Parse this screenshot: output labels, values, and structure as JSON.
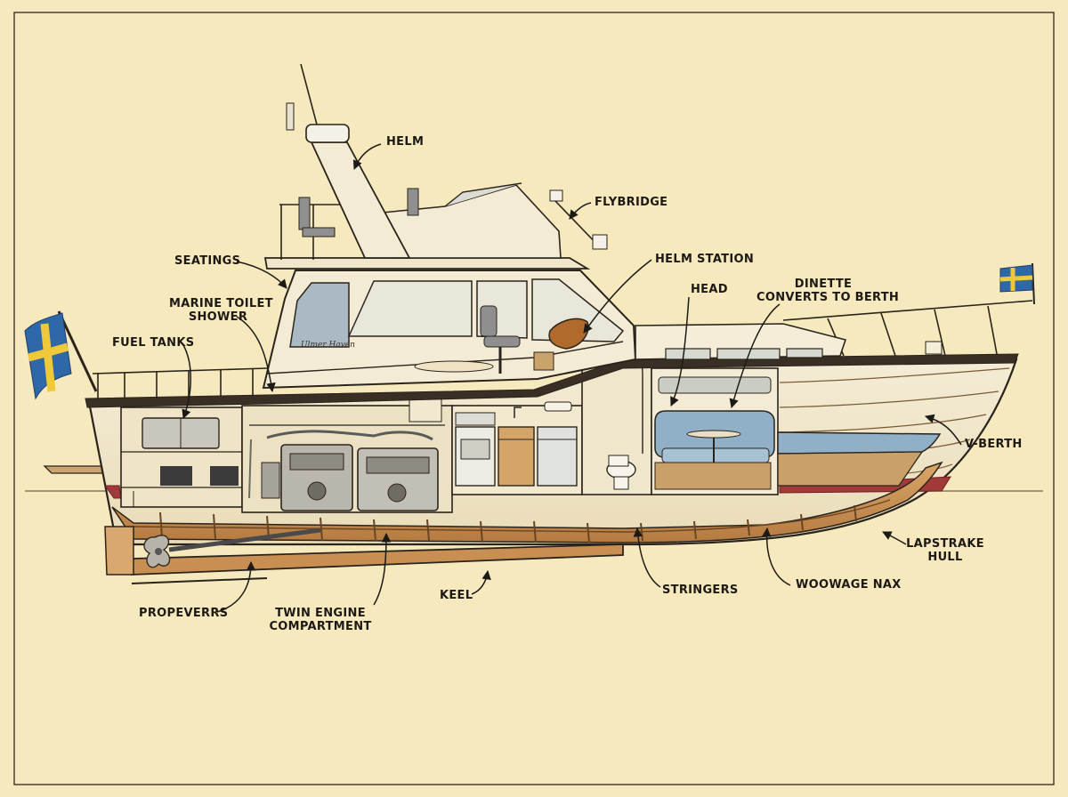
{
  "diagram": {
    "labels": {
      "helm": "HELM",
      "flybridge": "FLYBRIDGE",
      "seatings": "SEATINGS",
      "helm_station": "HELM STATION",
      "marine_toilet": "MARINE TOILET",
      "shower": "SHOWER",
      "head": "HEAD",
      "dinette": "DINETTE",
      "converts_to_berth": "CONVERTS TO BERTH",
      "fuel_tanks": "FUEL TANKS",
      "v_berth": "V-BERTH",
      "lapstrake": "LAPSTRAKE",
      "hull": "HULL",
      "woowage_nax": "WOOWAGE NAX",
      "stringers": "STRINGERS",
      "keel": "KEEL",
      "twin_engine": "TWIN ENGINE",
      "compartment": "COMPARTMENT",
      "propeverrs": "PROPEVERRS"
    },
    "stern_script": "Ulmer Haven"
  },
  "colors": {
    "paper": "#f6e9bd",
    "ink": "#2a241c",
    "wood": "#c98f52",
    "wood_dark": "#9c6733",
    "cabin": "#f3ebd4",
    "glass": "#c9cdc4",
    "upholstery": "#8fb0c6",
    "bottom_paint": "#a23a3a",
    "flag_blue": "#2f68a8",
    "flag_yellow": "#f0c93a"
  }
}
